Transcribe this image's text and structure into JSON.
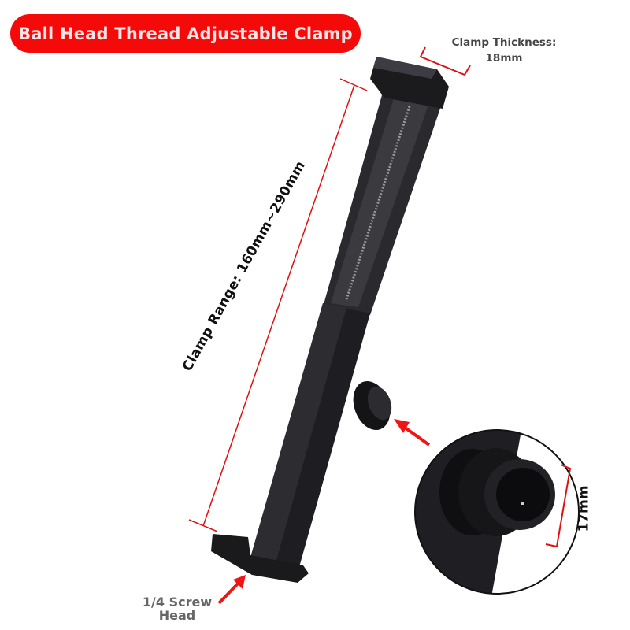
{
  "title": "Ball Head Thread Adjustable Clamp",
  "annotations": {
    "clamp_thickness": {
      "line1": "Clamp Thickness:",
      "line2": "18mm"
    },
    "clamp_range": "Clamp Range: 160mm~290mm",
    "screw_head": {
      "line1": "1/4 Screw",
      "line2": "Head"
    },
    "knob_diameter": "17mm"
  },
  "colors": {
    "accent": "#f50a0a",
    "product": "#1a1a1c",
    "label_gray": "#444444"
  }
}
